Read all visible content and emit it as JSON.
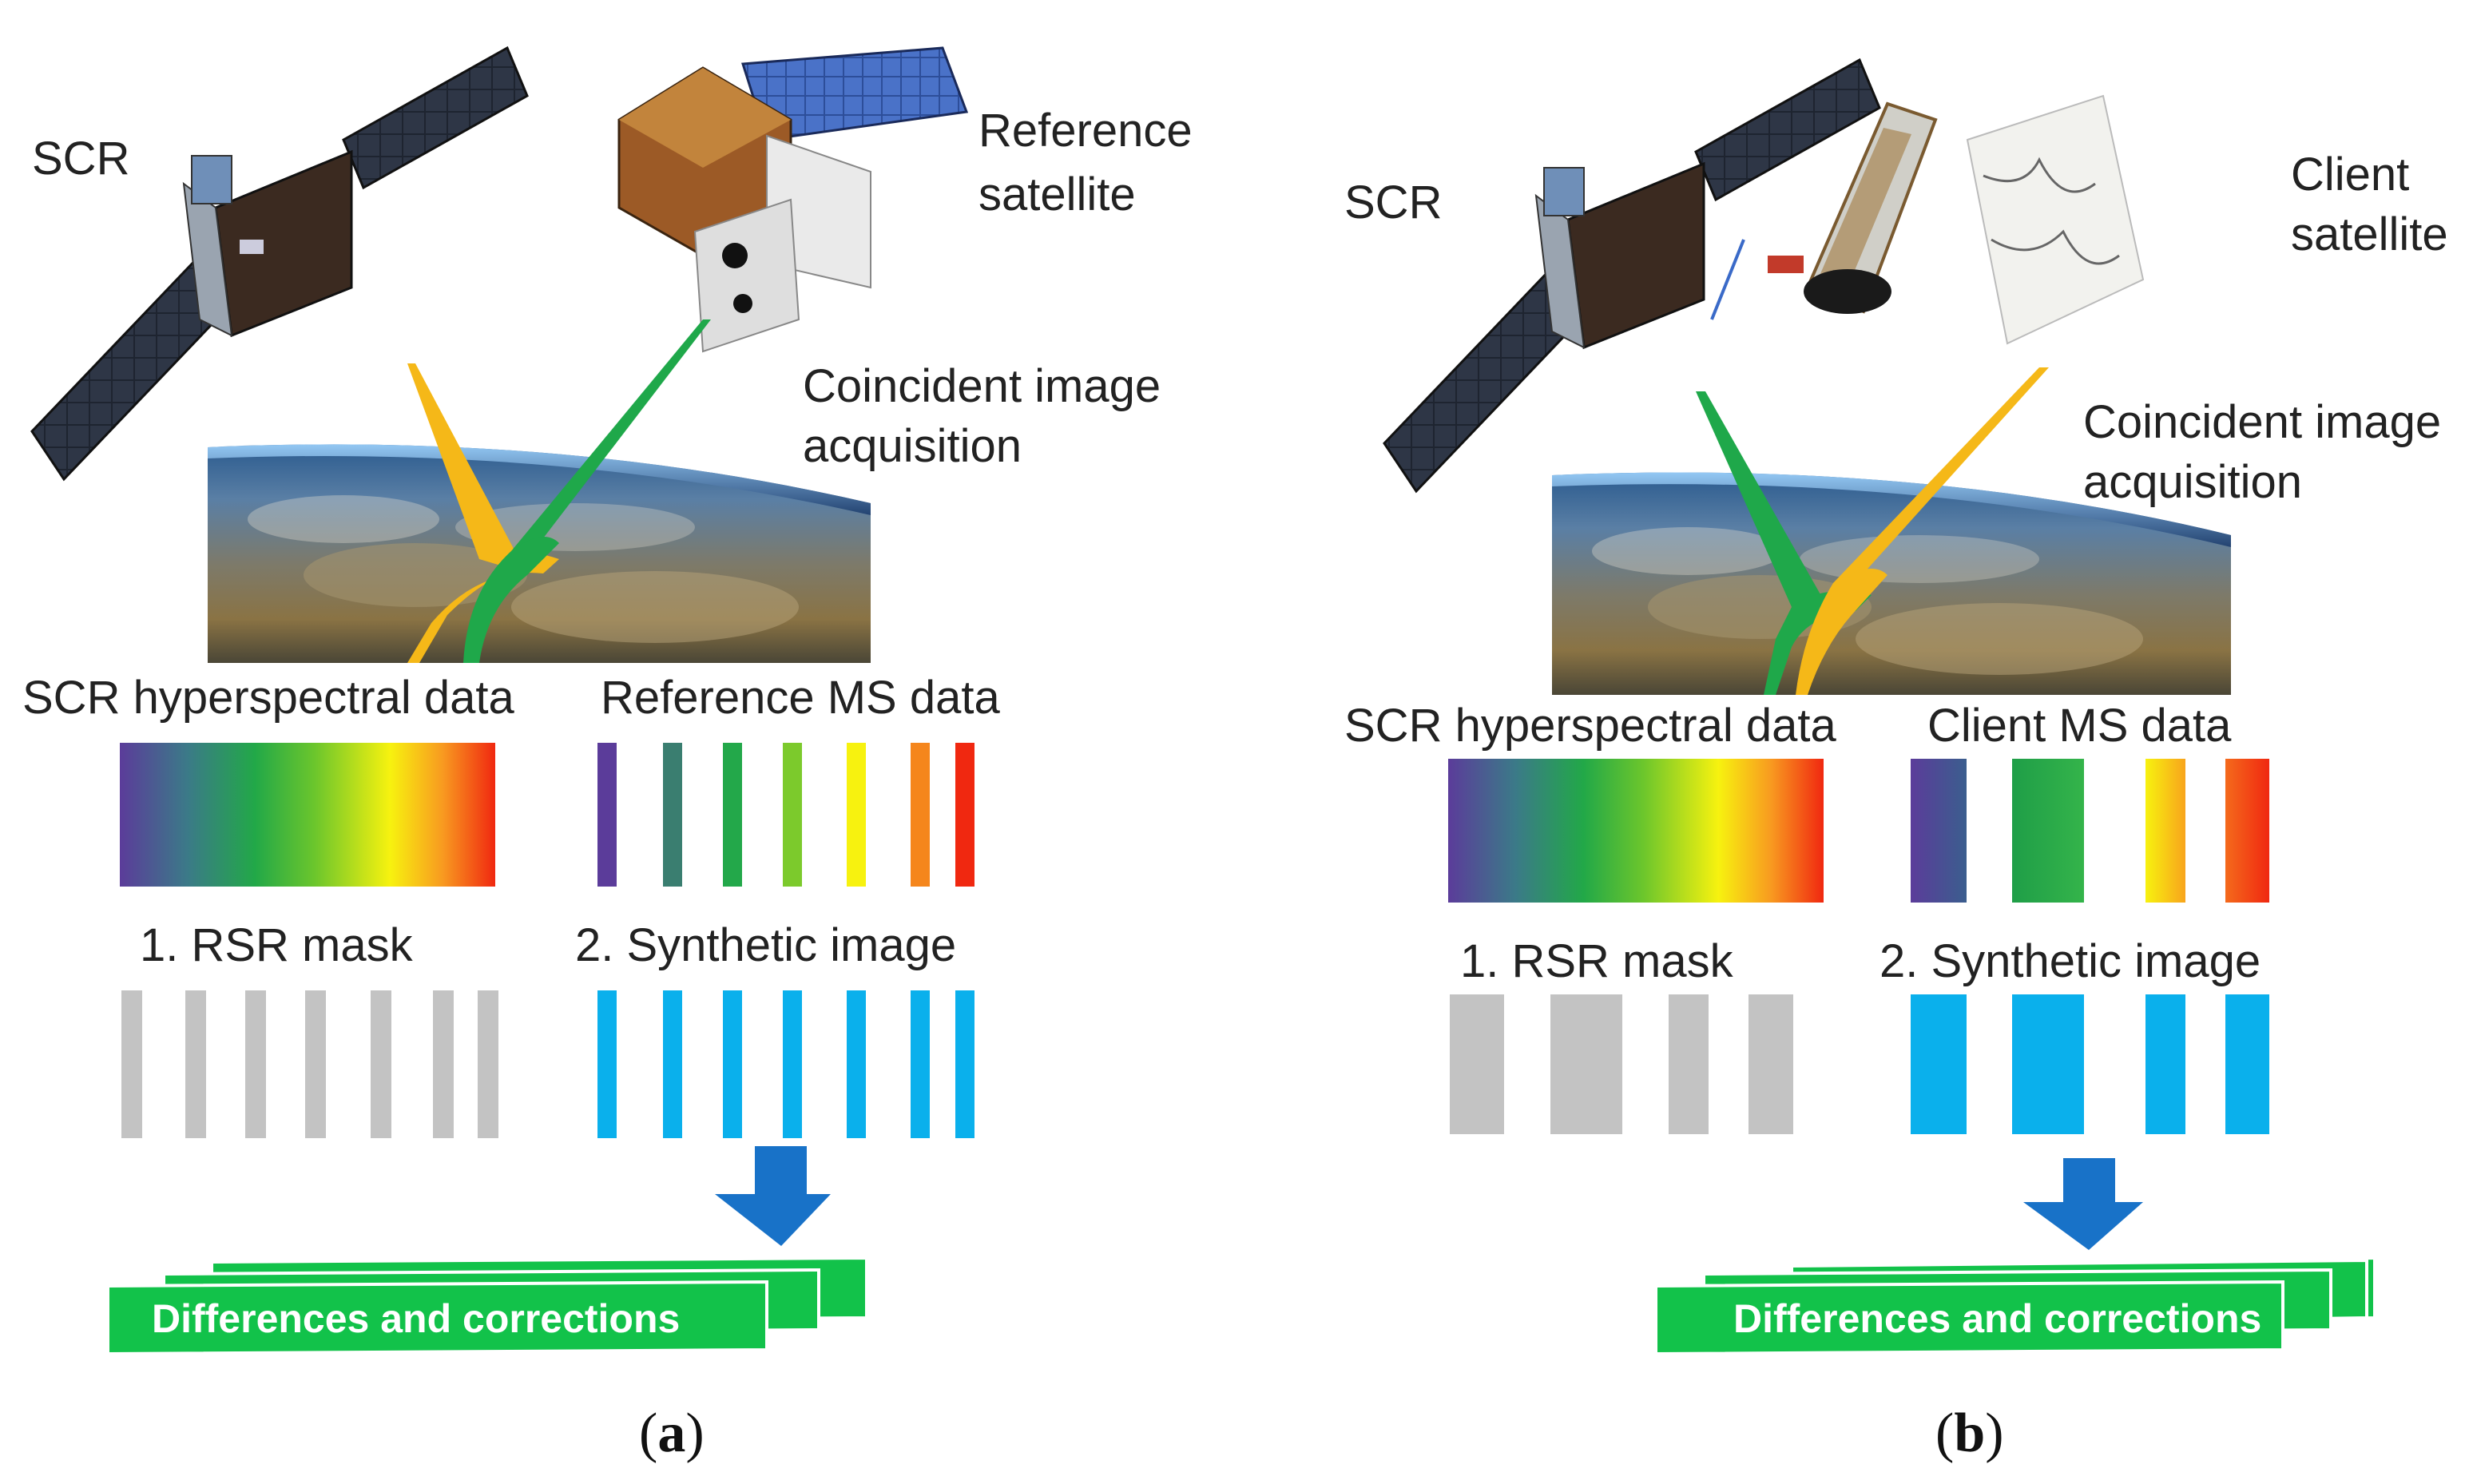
{
  "panels": [
    {
      "id": "a",
      "caption_letter": "a",
      "scr_label": "SCR",
      "satellite_label_line1": "Reference",
      "satellite_label_line2": "satellite",
      "coincident_line1": "Coincident image",
      "coincident_line2": "acquisition",
      "hyperspectral_label": "SCR hyperspectral data",
      "ms_label": "Reference MS data",
      "rsr_label": "1. RSR mask",
      "synthetic_label": "2. Synthetic image",
      "diff_label": "Differences and corrections",
      "ms_band_count": 7,
      "rsr_band_count": 7
    },
    {
      "id": "b",
      "caption_letter": "b",
      "scr_label": "SCR",
      "satellite_label_line1": "Client",
      "satellite_label_line2": "satellite",
      "coincident_line1": "Coincident image",
      "coincident_line2": "acquisition",
      "hyperspectral_label": "SCR hyperspectral data",
      "ms_label": "Client MS data",
      "rsr_label": "1. RSR mask",
      "synthetic_label": "2. Synthetic image",
      "diff_label": "Differences and corrections",
      "ms_band_count": 4,
      "rsr_band_count": 4
    }
  ],
  "colors": {
    "beam_yellow": "#f5b818",
    "beam_green": "#1fa84a",
    "rsr_gray": "#c3c3c3",
    "synthetic_blue": "#0ab0ec",
    "arrow_blue": "#1872c8",
    "diff_green": "#12c24a",
    "spectrum": [
      "#5b3c9a",
      "#2aa84a",
      "#f7f20f",
      "#f04010"
    ]
  },
  "icons": [
    "scr-satellite-icon",
    "reference-satellite-icon",
    "client-satellite-icon",
    "earth-image",
    "down-arrow-icon"
  ]
}
